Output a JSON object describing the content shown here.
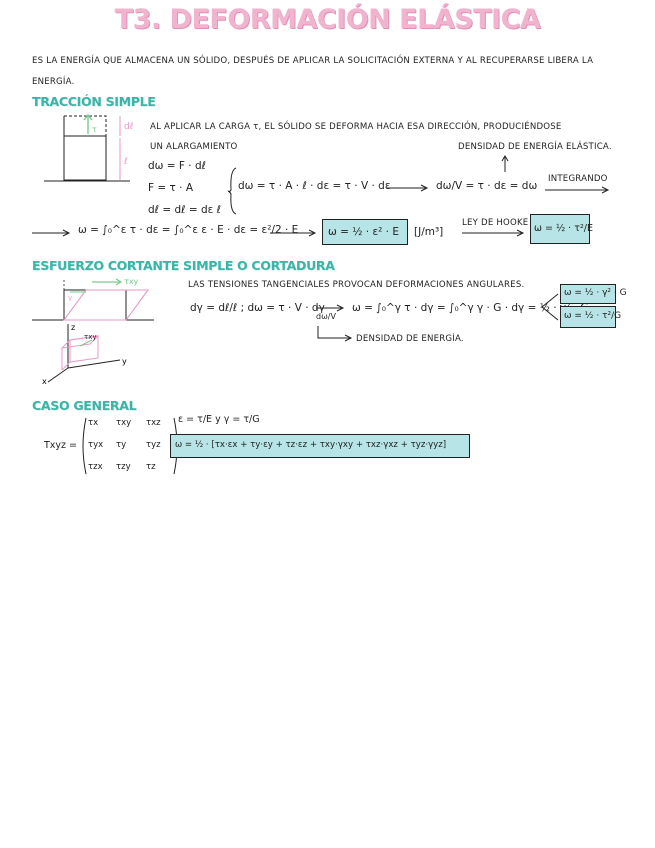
{
  "title": "T3. DEFORMACIÓN ELÁSTICA",
  "intro": {
    "line1": "ES LA ENERGÍA QUE ALMACENA UN SÓLIDO, DESPUÉS DE APLICAR LA SOLICITACIÓN EXTERNA Y AL RECUPERARSE LIBERA LA",
    "line2": "ENERGÍA."
  },
  "traccion": {
    "heading": "TRACCIÓN SIMPLE",
    "text1": "AL APLICAR LA CARGA τ, EL SÓLIDO SE DEFORMA HACIA ESA DIRECCIÓN, PRODUCIÉNDOSE",
    "text2": "UN ALARGAMIENTO",
    "density_label": "DENSIDAD DE ENERGÍA ELÁSTICA.",
    "eq_dw": "dω = F · dℓ",
    "eq_F": "F = τ · A",
    "eq_dl": "dℓ = dℓ = dε ℓ",
    "eq_dw_full": "dω = τ · A · ℓ · dε = τ · V · dε",
    "eq_dw_v": "dω/V = τ · dε = dω",
    "integrando": "INTEGRANDO",
    "eq_omega": "ω = ∫₀^ε τ · dε = ∫₀^ε ε · E · dε = ε²/2 · E",
    "result1": "ω = ½ · ε² · E",
    "units": "[J/m³]",
    "hooke": "LEY DE HOOKE",
    "result2": "ω = ½ · τ²/E"
  },
  "cortante": {
    "heading": "ESFUERZO CORTANTE SIMPLE O CORTADURA",
    "text": "LAS TENSIONES TANGENCIALES PROVOCAN DEFORMACIONES ANGULARES.",
    "eq_main": "dγ = dℓ/ℓ ; dω = τ · V · dγ",
    "eq_int": "ω = ∫₀^γ τ · dγ = ∫₀^γ γ · G · dγ = ½ · γ² · G",
    "dw_v": "dω/V",
    "density": "DENSIDAD DE ENERGÍA.",
    "res1": "ω = ½ · γ² · G",
    "res2": "ω = ½ · τ²/G",
    "label_txy": "τxy",
    "axis_z": "z",
    "axis_y": "y",
    "axis_x": "x"
  },
  "general": {
    "heading": "CASO GENERAL",
    "rel": "ε = τ/E  y  γ = τ/G",
    "tensor_label": "Txyz =",
    "matrix": [
      [
        "τx",
        "τxy",
        "τxz"
      ],
      [
        "τyx",
        "τy",
        "τyz"
      ],
      [
        "τzx",
        "τzy",
        "τz"
      ]
    ],
    "result": "ω = ½ · [τx·εx + τy·εy + τz·εz + τxy·γxy + τxz·γxz + τyz·γyz]"
  },
  "colors": {
    "title_pink": "#f0b4cf",
    "heading_teal": "#3cb4a8",
    "box_fill": "#b7e4e6",
    "diagram_pink": "#e79ac6",
    "diagram_green": "#7dc98f"
  }
}
